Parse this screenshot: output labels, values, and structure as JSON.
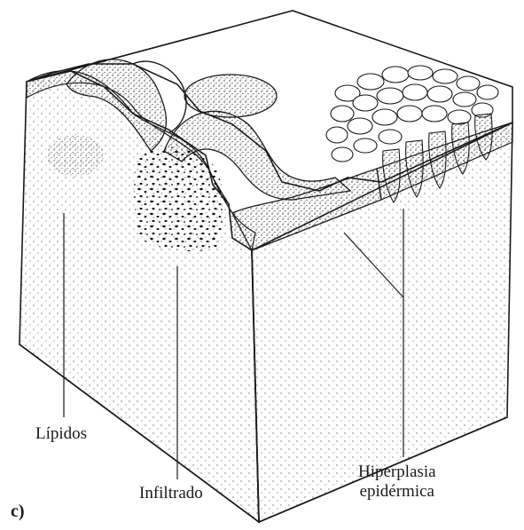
{
  "panel_label": "c)",
  "labels": {
    "lipidos": "Lípidos",
    "infiltrado": "Infiltrado",
    "hiperplasia_line1": "Hiperplasia",
    "hiperplasia_line2": "epidérmica"
  },
  "colors": {
    "ink": "#1a1a1a",
    "paper": "#ffffff",
    "shade": "#444444"
  }
}
